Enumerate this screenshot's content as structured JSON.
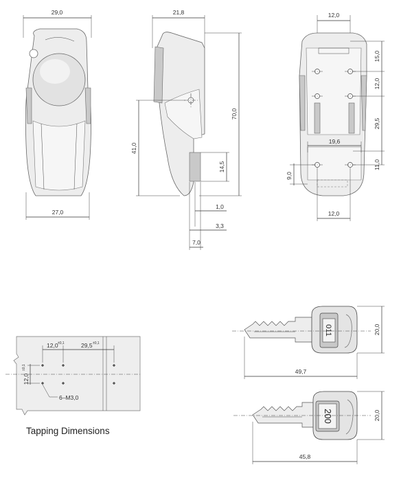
{
  "front_view": {
    "dim_top": "29,0",
    "dim_bottom": "27,0"
  },
  "side_view": {
    "dim_top": "21,8",
    "dim_height": "70,0",
    "dim_pivot": "41,0",
    "dim_latch": "14,5",
    "dim_a": "1,0",
    "dim_b": "3,3",
    "dim_c": "7,0"
  },
  "rear_view": {
    "dim_top": "12,0",
    "dim_r1": "15,0",
    "dim_r2": "12,0",
    "dim_r3": "29,5",
    "dim_width": "19,6",
    "dim_r4": "11,0",
    "dim_left": "9,0",
    "dim_bottom": "12,0"
  },
  "tapping": {
    "caption": "Tapping Dimensions",
    "dim_pitch": "12,0",
    "dim_pitch_tol": "±0,1",
    "dim_span": "29,5",
    "dim_span_tol": "±0,1",
    "dim_vert": "12,0",
    "dim_vert_tol": "±0,1",
    "thread_note": "6–M3,0"
  },
  "key_1": {
    "number": "011",
    "length": "49,7",
    "height": "20,0"
  },
  "key_2": {
    "number": "200",
    "length": "45,8",
    "height": "20,0"
  }
}
